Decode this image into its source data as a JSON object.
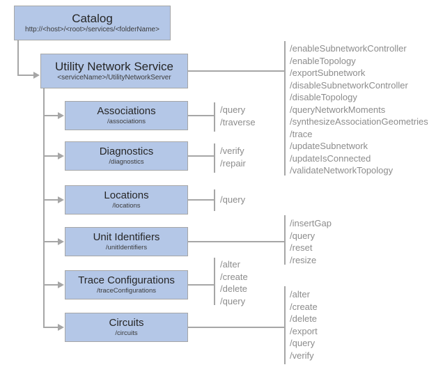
{
  "colors": {
    "box_fill": "#b4c7e7",
    "box_border": "#a6a6a6",
    "connector_line": "#a6a6a6",
    "title_text": "#262626",
    "method_text": "#8c8c8c"
  },
  "catalog": {
    "title": "Catalog",
    "subtitle": "http://<host>/<root>/services/<folderName>"
  },
  "service": {
    "title": "Utility Network Service",
    "subtitle": "<serviceName>/UtilityNetworkServer",
    "methods": [
      "/enableSubnetworkController",
      "/enableTopology",
      "/exportSubnetwork",
      "/disableSubnetworkController",
      "/disableTopology",
      "/queryNetworkMoments",
      "/synthesizeAssociationGeometries",
      "/trace",
      "/updateSubnetwork",
      "/updateIsConnected",
      "/validateNetworkTopology"
    ]
  },
  "resources": [
    {
      "title": "Associations",
      "subtitle": "/associations",
      "methods": [
        "/query",
        "/traverse"
      ]
    },
    {
      "title": "Diagnostics",
      "subtitle": "/diagnostics",
      "methods": [
        "/verify",
        "/repair"
      ]
    },
    {
      "title": "Locations",
      "subtitle": "/locations",
      "methods": [
        "/query"
      ]
    },
    {
      "title": "Unit Identifiers",
      "subtitle": "/unitIdentifiers",
      "methods": [
        "/insertGap",
        "/query",
        "/reset",
        "/resize"
      ]
    },
    {
      "title": "Trace Configurations",
      "subtitle": "/traceConfigurations",
      "methods": [
        "/alter",
        "/create",
        "/delete",
        "/query"
      ]
    },
    {
      "title": "Circuits",
      "subtitle": "/circuits",
      "methods": [
        "/alter",
        "/create",
        "/delete",
        "/export",
        "/query",
        "/verify"
      ]
    }
  ]
}
